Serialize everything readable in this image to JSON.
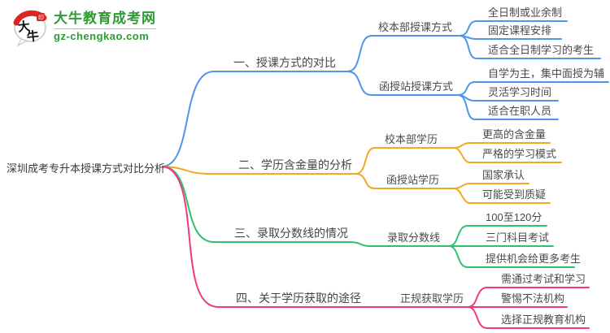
{
  "logo": {
    "icon": "daniu-speech-bubble-logo",
    "icon_chars": {
      "first": "大",
      "second": "牛"
    },
    "title": "大牛教育成考网",
    "domain": "gz-chengkao.com",
    "brand_green": "#2E9B33",
    "brand_red": "#D8251F"
  },
  "root": {
    "label": "深圳成考专升本授课方式对比分析"
  },
  "colors": {
    "branch1": "#4D96E9",
    "branch2": "#F5A623",
    "branch3": "#2EC26E",
    "branch4": "#F2387E"
  },
  "branches": [
    {
      "label": "一、授课方式的对比",
      "color": "#4D96E9",
      "children": [
        {
          "label": "校本部授课方式",
          "children": [
            "全日制或业余制",
            "固定课程安排",
            "适合全日制学习的考生"
          ]
        },
        {
          "label": "函授站授课方式",
          "children": [
            "自学为主，集中面授为辅",
            "灵活学习时间",
            "适合在职人员"
          ]
        }
      ]
    },
    {
      "label": "二、学历含金量的分析",
      "color": "#F5A623",
      "children": [
        {
          "label": "校本部学历",
          "children": [
            "更高的含金量",
            "严格的学习模式"
          ]
        },
        {
          "label": "函授站学历",
          "children": [
            "国家承认",
            "可能受到质疑"
          ]
        }
      ]
    },
    {
      "label": "三、录取分数线的情况",
      "color": "#2EC26E",
      "children": [
        {
          "label": "录取分数线",
          "children": [
            "100至120分",
            "三门科目考试",
            "提供机会给更多考生"
          ]
        }
      ]
    },
    {
      "label": "四、关于学历获取的途径",
      "color": "#F2387E",
      "children": [
        {
          "label": "正规获取学历",
          "children": [
            "需通过考试和学习",
            "警惕不法机构",
            "选择正规教育机构"
          ]
        }
      ]
    }
  ]
}
